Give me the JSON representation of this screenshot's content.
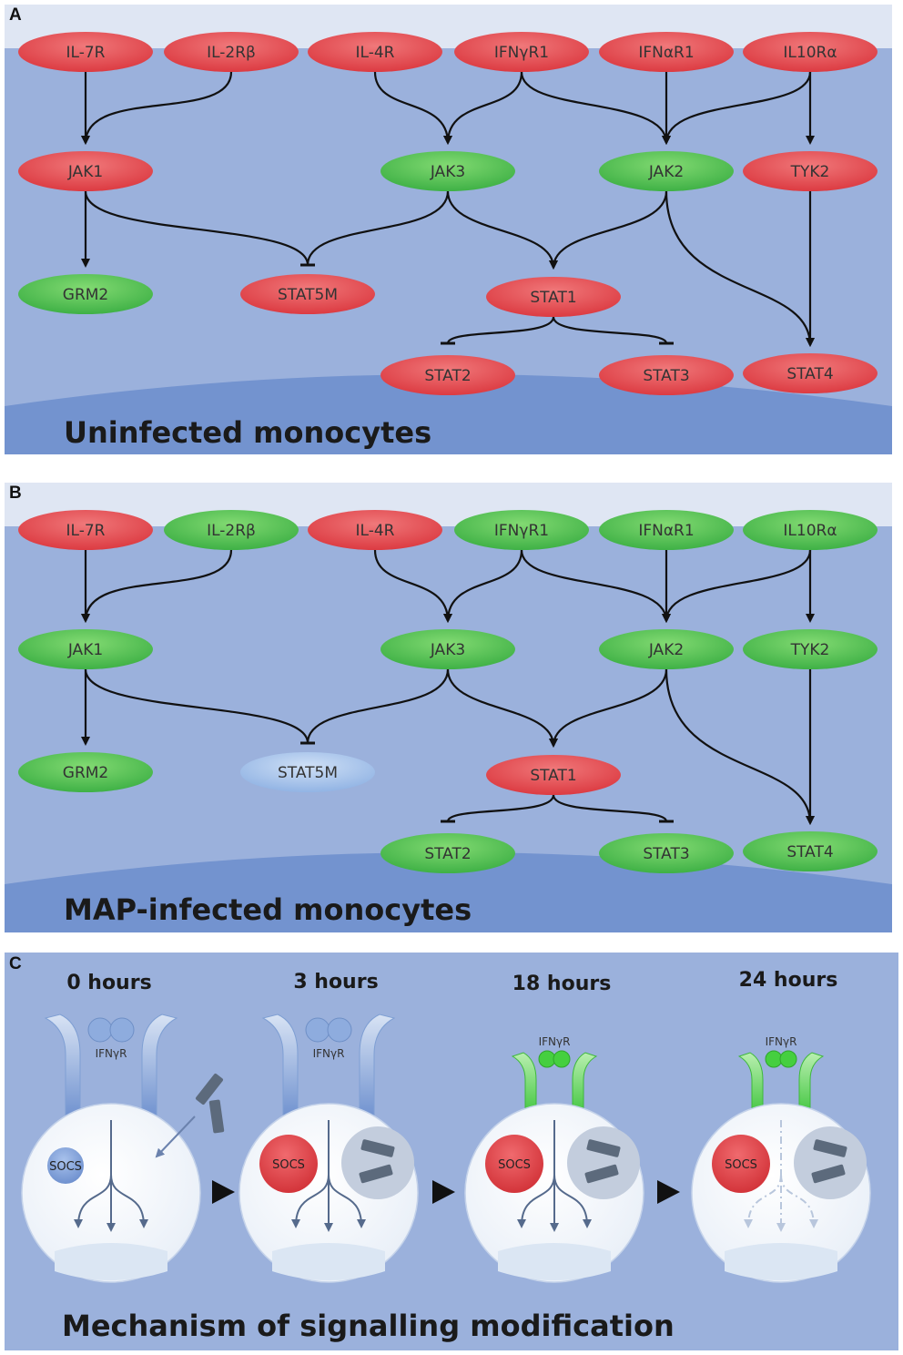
{
  "colors": {
    "active": "#e5474d",
    "inactive": "#4bbf4e",
    "unchanged": "#a6c4ea",
    "panel_bg": "#9bb1dc",
    "membrane": "#dfe6f3",
    "nucleus_region": "#7393cf",
    "receptor_blue": "#8eacde",
    "receptor_green": "#4fd14a"
  },
  "panel_a": {
    "letter": "A",
    "title": "Uninfected monocytes",
    "nodes": [
      {
        "id": "IL-7R",
        "label": "IL-7R",
        "state": "active"
      },
      {
        "id": "IL-2Rb",
        "label": "IL-2Rβ",
        "state": "active"
      },
      {
        "id": "IL-4R",
        "label": "IL-4R",
        "state": "active"
      },
      {
        "id": "IFNgR1",
        "label": "IFNγR1",
        "state": "active"
      },
      {
        "id": "IFNaR1",
        "label": "IFNαR1",
        "state": "active"
      },
      {
        "id": "IL10Ra",
        "label": "IL10Rα",
        "state": "active"
      },
      {
        "id": "JAK1",
        "label": "JAK1",
        "state": "active"
      },
      {
        "id": "JAK3",
        "label": "JAK3",
        "state": "inactive"
      },
      {
        "id": "JAK2",
        "label": "JAK2",
        "state": "inactive"
      },
      {
        "id": "TYK2",
        "label": "TYK2",
        "state": "active"
      },
      {
        "id": "GRM2",
        "label": "GRM2",
        "state": "inactive"
      },
      {
        "id": "STAT5M",
        "label": "STAT5M",
        "state": "active"
      },
      {
        "id": "STAT1",
        "label": "STAT1",
        "state": "active"
      },
      {
        "id": "STAT2",
        "label": "STAT2",
        "state": "active"
      },
      {
        "id": "STAT3",
        "label": "STAT3",
        "state": "active"
      },
      {
        "id": "STAT4",
        "label": "STAT4",
        "state": "active"
      }
    ]
  },
  "panel_b": {
    "letter": "B",
    "title": "MAP-infected monocytes",
    "nodes": [
      {
        "id": "IL-7R",
        "label": "IL-7R",
        "state": "active"
      },
      {
        "id": "IL-2Rb",
        "label": "IL-2Rβ",
        "state": "inactive"
      },
      {
        "id": "IL-4R",
        "label": "IL-4R",
        "state": "active"
      },
      {
        "id": "IFNgR1",
        "label": "IFNγR1",
        "state": "inactive"
      },
      {
        "id": "IFNaR1",
        "label": "IFNαR1",
        "state": "inactive"
      },
      {
        "id": "IL10Ra",
        "label": "IL10Rα",
        "state": "inactive"
      },
      {
        "id": "JAK1",
        "label": "JAK1",
        "state": "inactive"
      },
      {
        "id": "JAK3",
        "label": "JAK3",
        "state": "inactive"
      },
      {
        "id": "JAK2",
        "label": "JAK2",
        "state": "inactive"
      },
      {
        "id": "TYK2",
        "label": "TYK2",
        "state": "inactive"
      },
      {
        "id": "GRM2",
        "label": "GRM2",
        "state": "inactive"
      },
      {
        "id": "STAT5M",
        "label": "STAT5M",
        "state": "unchanged"
      },
      {
        "id": "STAT1",
        "label": "STAT1",
        "state": "active"
      },
      {
        "id": "STAT2",
        "label": "STAT2",
        "state": "inactive"
      },
      {
        "id": "STAT3",
        "label": "STAT3",
        "state": "inactive"
      },
      {
        "id": "STAT4",
        "label": "STAT4",
        "state": "inactive"
      }
    ]
  },
  "edges": [
    {
      "from": "IL-7R",
      "to": "JAK1",
      "type": "activation"
    },
    {
      "from": "IL-2Rb",
      "to": "JAK1",
      "type": "activation"
    },
    {
      "from": "IL-4R",
      "to": "JAK3",
      "type": "activation"
    },
    {
      "from": "IFNgR1",
      "to": "JAK3",
      "type": "activation"
    },
    {
      "from": "IFNgR1",
      "to": "JAK2",
      "type": "activation"
    },
    {
      "from": "IFNaR1",
      "to": "JAK2",
      "type": "activation"
    },
    {
      "from": "IL10Ra",
      "to": "JAK2",
      "type": "activation"
    },
    {
      "from": "IL10Ra",
      "to": "TYK2",
      "type": "activation"
    },
    {
      "from": "JAK1",
      "to": "GRM2",
      "type": "activation"
    },
    {
      "from": "JAK1",
      "to": "STAT5M",
      "type": "inhibition"
    },
    {
      "from": "JAK3",
      "to": "STAT5M",
      "type": "inhibition"
    },
    {
      "from": "JAK3",
      "to": "STAT1",
      "type": "activation"
    },
    {
      "from": "JAK2",
      "to": "STAT1",
      "type": "activation"
    },
    {
      "from": "JAK2",
      "to": "STAT4",
      "type": "activation"
    },
    {
      "from": "TYK2",
      "to": "STAT4",
      "type": "activation"
    },
    {
      "from": "STAT1",
      "to": "STAT2",
      "type": "inhibition"
    },
    {
      "from": "STAT1",
      "to": "STAT3",
      "type": "inhibition"
    }
  ],
  "panel_c": {
    "letter": "C",
    "title": "Mechanism of signalling modification",
    "stages": [
      {
        "time": "0 hours",
        "receptor_label": "IFNγR",
        "receptor_color": "blue",
        "socs_label": "SOCS",
        "socs_size": "small",
        "pathogen": "entering",
        "signal": "full"
      },
      {
        "time": "3 hours",
        "receptor_label": "IFNγR",
        "receptor_color": "blue",
        "socs_label": "SOCS",
        "socs_size": "large",
        "pathogen": "vacuole",
        "signal": "full"
      },
      {
        "time": "18 hours",
        "receptor_label": "IFNγR",
        "receptor_color": "green",
        "socs_label": "SOCS",
        "socs_size": "large",
        "pathogen": "vacuole",
        "signal": "full"
      },
      {
        "time": "24 hours",
        "receptor_label": "IFNγR",
        "receptor_color": "green",
        "socs_label": "SOCS",
        "socs_size": "large",
        "pathogen": "vacuole",
        "signal": "blocked"
      }
    ]
  }
}
